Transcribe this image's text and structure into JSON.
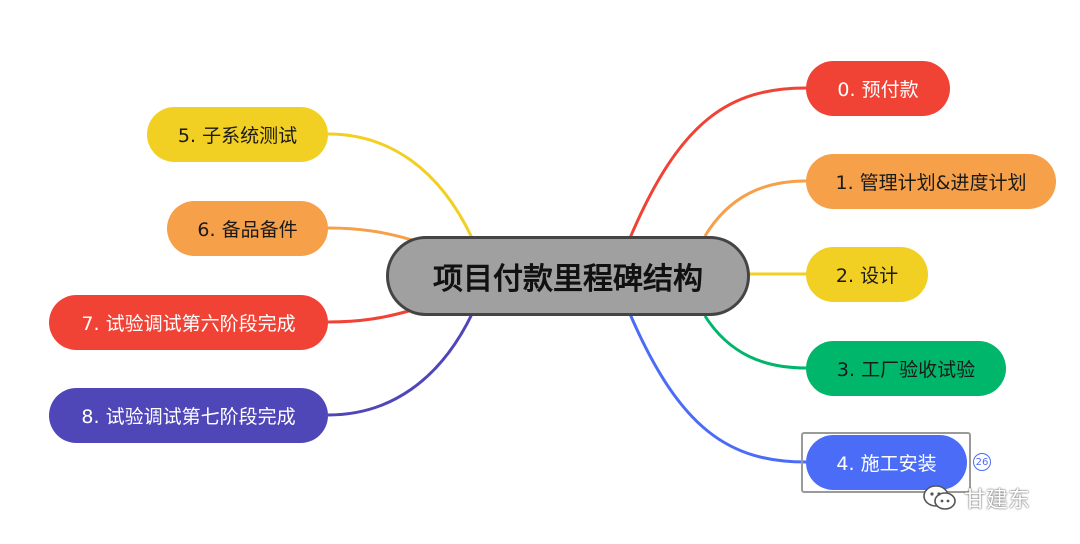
{
  "center": {
    "label": "项目付款里程碑结构",
    "color": "#a0a0a0"
  },
  "nodes": [
    {
      "label": "0. 预付款",
      "color": "#f04235"
    },
    {
      "label": "1. 管理计划&进度计划",
      "color": "#f6a04a"
    },
    {
      "label": "2. 设计",
      "color": "#f2cf23"
    },
    {
      "label": "3. 工厂验收试验",
      "color": "#00b66a"
    },
    {
      "label": "4. 施工安装",
      "color": "#4a6cf7"
    },
    {
      "label": "5. 子系统测试",
      "color": "#f2cf23"
    },
    {
      "label": "6. 备品备件",
      "color": "#f6a04a"
    },
    {
      "label": "7. 试验调试第六阶段完成",
      "color": "#f04235"
    },
    {
      "label": "8. 试验调试第七阶段完成",
      "color": "#4f46b8"
    }
  ],
  "badge": "26",
  "watermark": {
    "text": "甘建东",
    "icon": "wechat-icon"
  }
}
